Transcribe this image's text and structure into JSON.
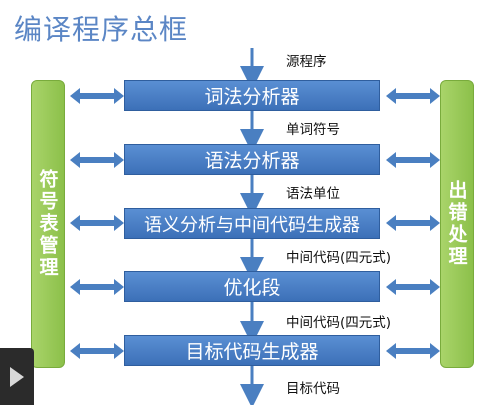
{
  "title": "编译程序总框",
  "stages": [
    "词法分析器",
    "语法分析器",
    "语义分析与中间代码生成器",
    "优化段",
    "目标代码生成器"
  ],
  "flow_labels": [
    "源程序",
    "单词符号",
    "语法单位",
    "中间代码(四元式)",
    "中间代码(四元式)",
    "目标代码"
  ],
  "left_box": "符号表管理",
  "right_box": "出错处理",
  "colors": {
    "stage": "#4a80c6",
    "side": "#9bcb56",
    "arrow": "#4a7fc1",
    "title": "#5b86c5"
  },
  "icons": {
    "player": "play-icon"
  }
}
